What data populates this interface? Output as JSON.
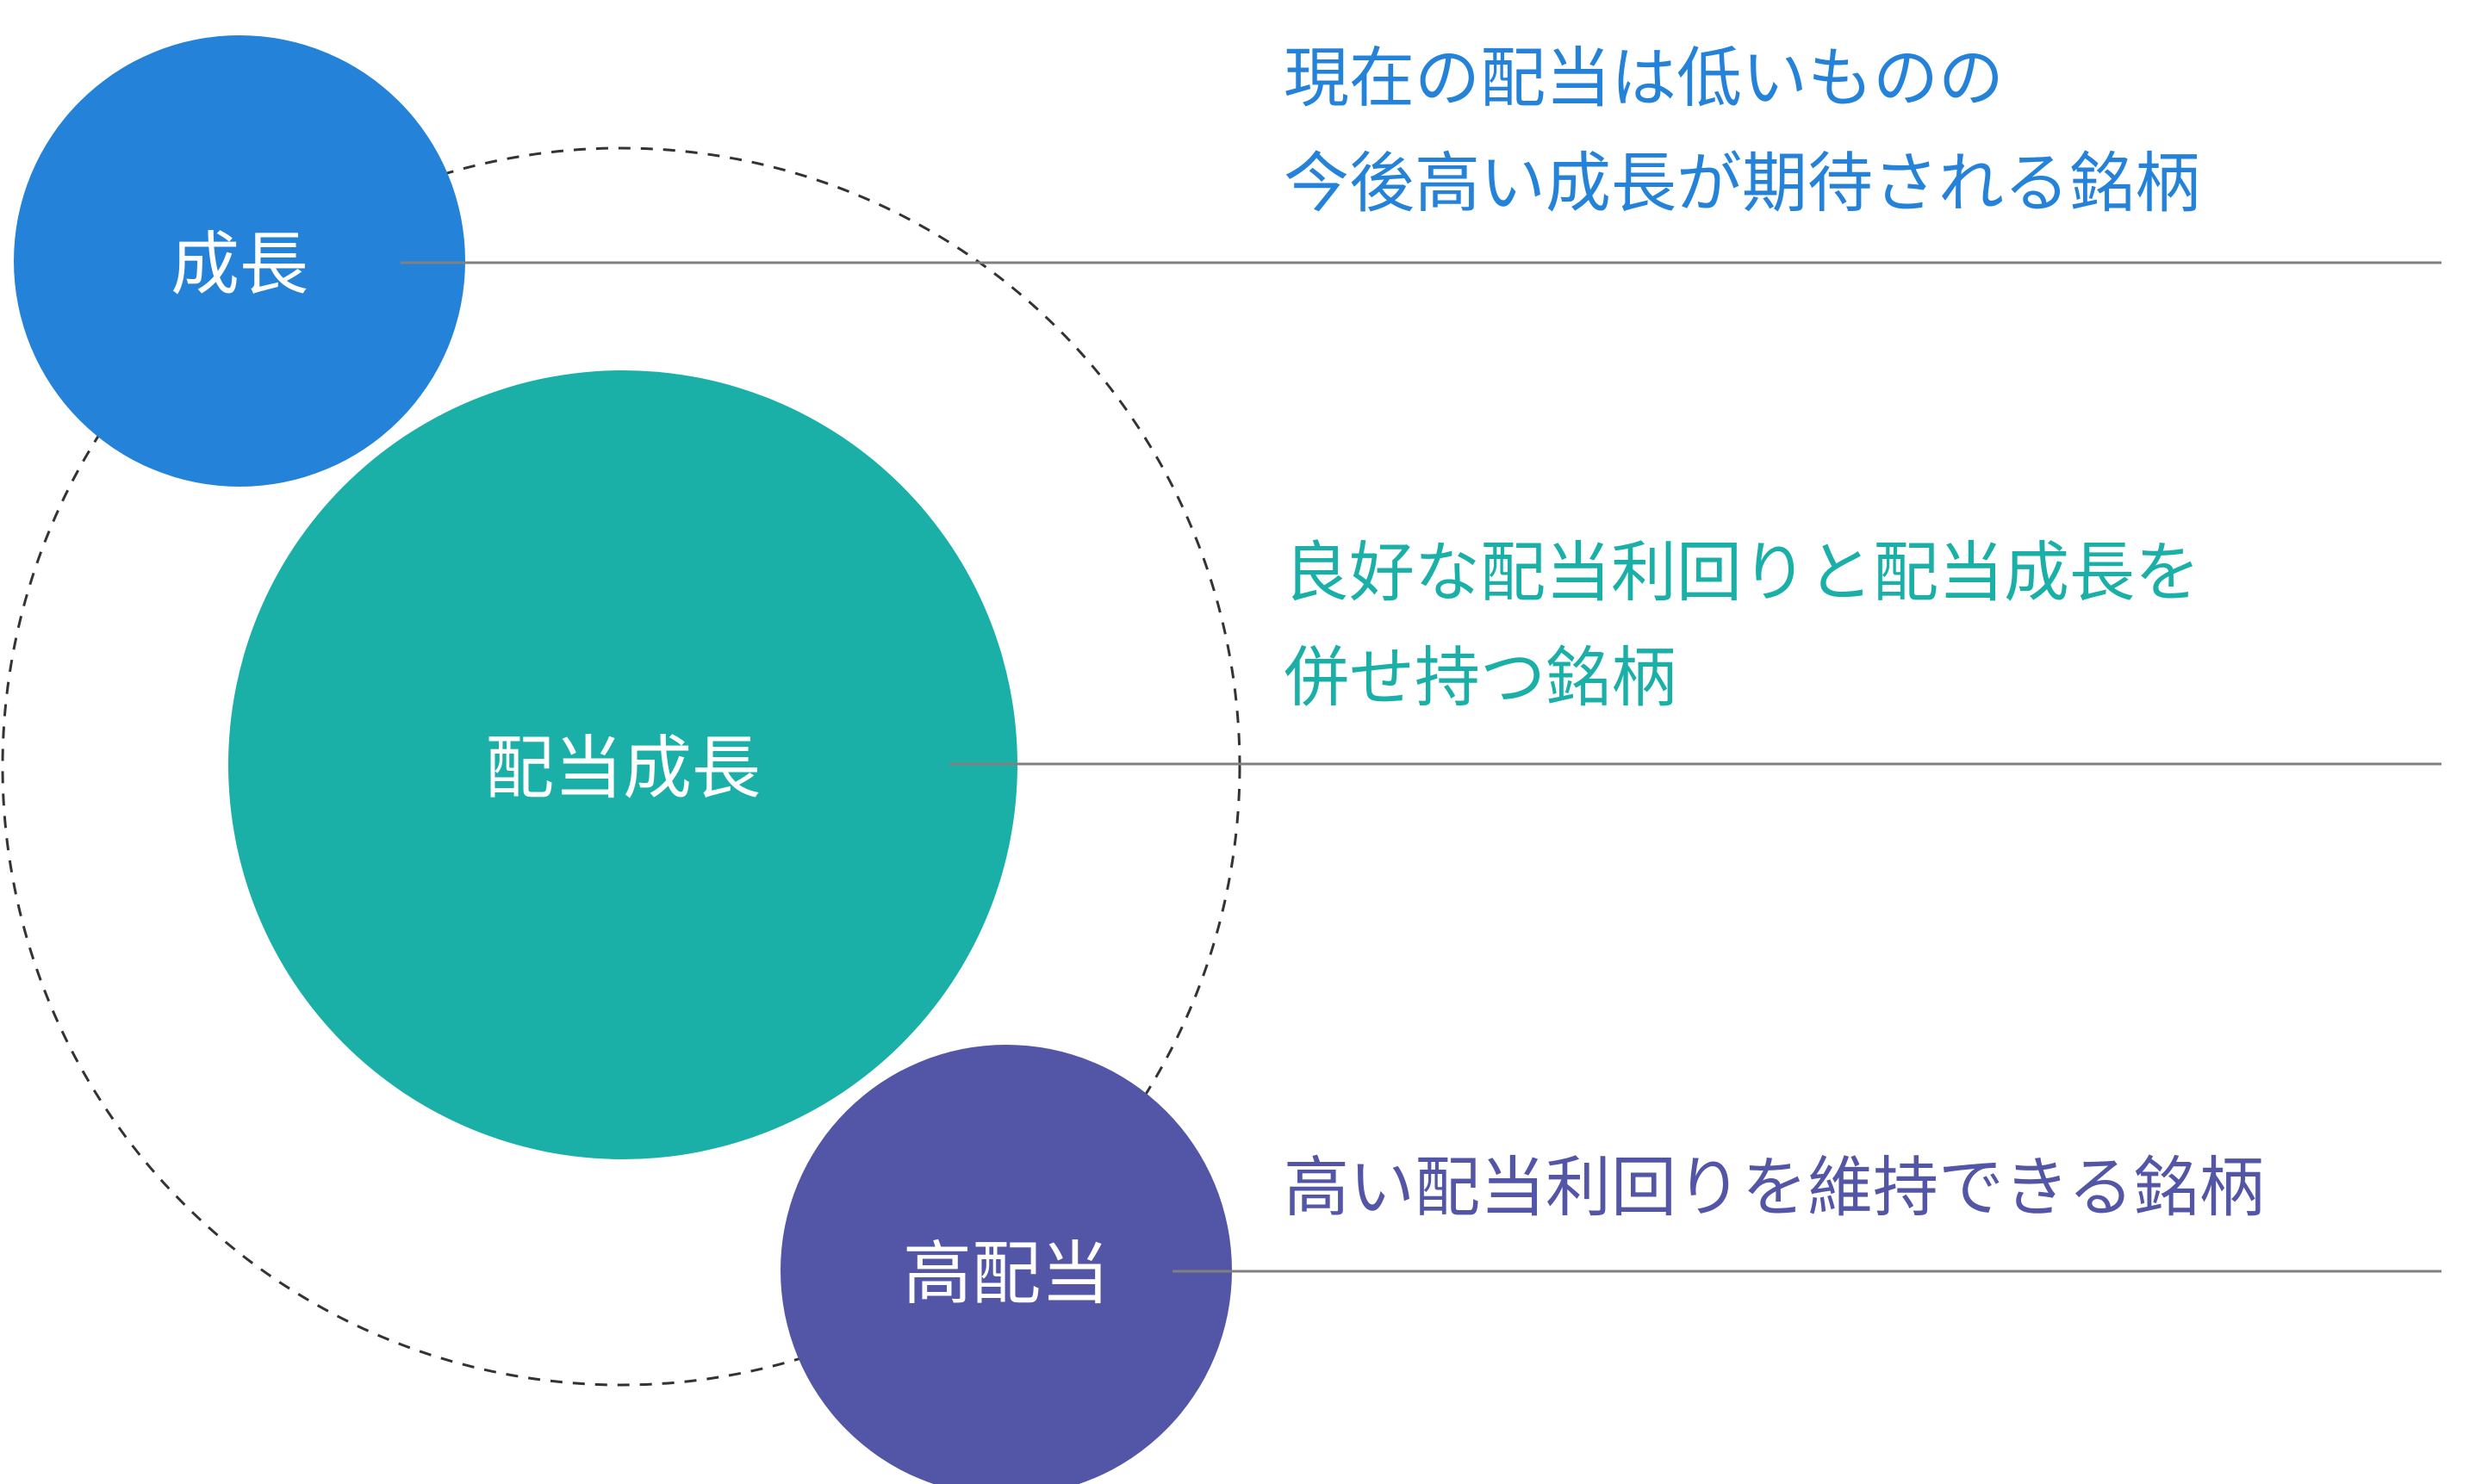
{
  "colors": {
    "growth": "#2482d9",
    "dividend_growth": "#1ab0a8",
    "high_dividend": "#5355a6",
    "connector": "#808080",
    "dashed_ring": "#333333"
  },
  "categories": [
    {
      "label": "成長",
      "description_lines": [
        "現在の配当は低いものの",
        "今後高い成長が期待される銘柄"
      ]
    },
    {
      "label": "配当成長",
      "description_lines": [
        "良好な配当利回りと配当成長を",
        "併せ持つ銘柄"
      ]
    },
    {
      "label": "高配当",
      "description_lines": [
        "高い配当利回りを維持できる銘柄"
      ]
    }
  ]
}
